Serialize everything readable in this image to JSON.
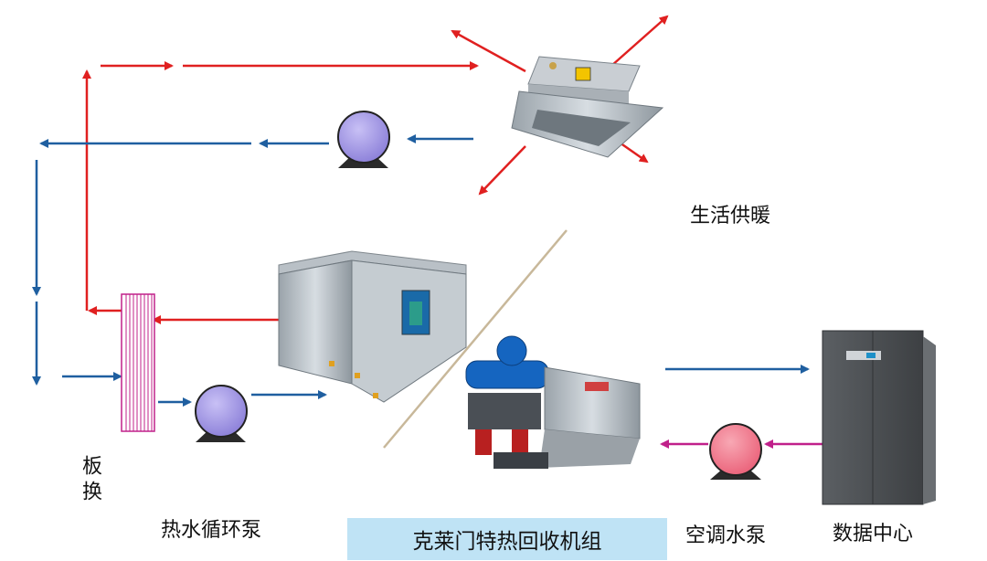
{
  "labels": {
    "heating": "生活供暖",
    "plate_hx": "板换",
    "hot_water_pump": "热水循环泵",
    "recovery_unit": "克莱门特热回收机组",
    "ac_water_pump": "空调水泵",
    "data_center": "数据中心"
  },
  "colors": {
    "hot_line": "#e02020",
    "cold_line": "#1f5fa0",
    "ac_line": "#c0208a",
    "pump_purple": "#9a8ee6",
    "pump_pink": "#f2788a",
    "caption_bg": "#bfe3f5",
    "divider": "#c8b89a",
    "hx_stripe": "#c0208a"
  },
  "icons": [
    "fan-coil-icon",
    "pump-icon",
    "plate-heat-exchanger-icon",
    "air-cooled-unit-icon",
    "water-chiller-icon",
    "data-center-cabinet-icon"
  ]
}
